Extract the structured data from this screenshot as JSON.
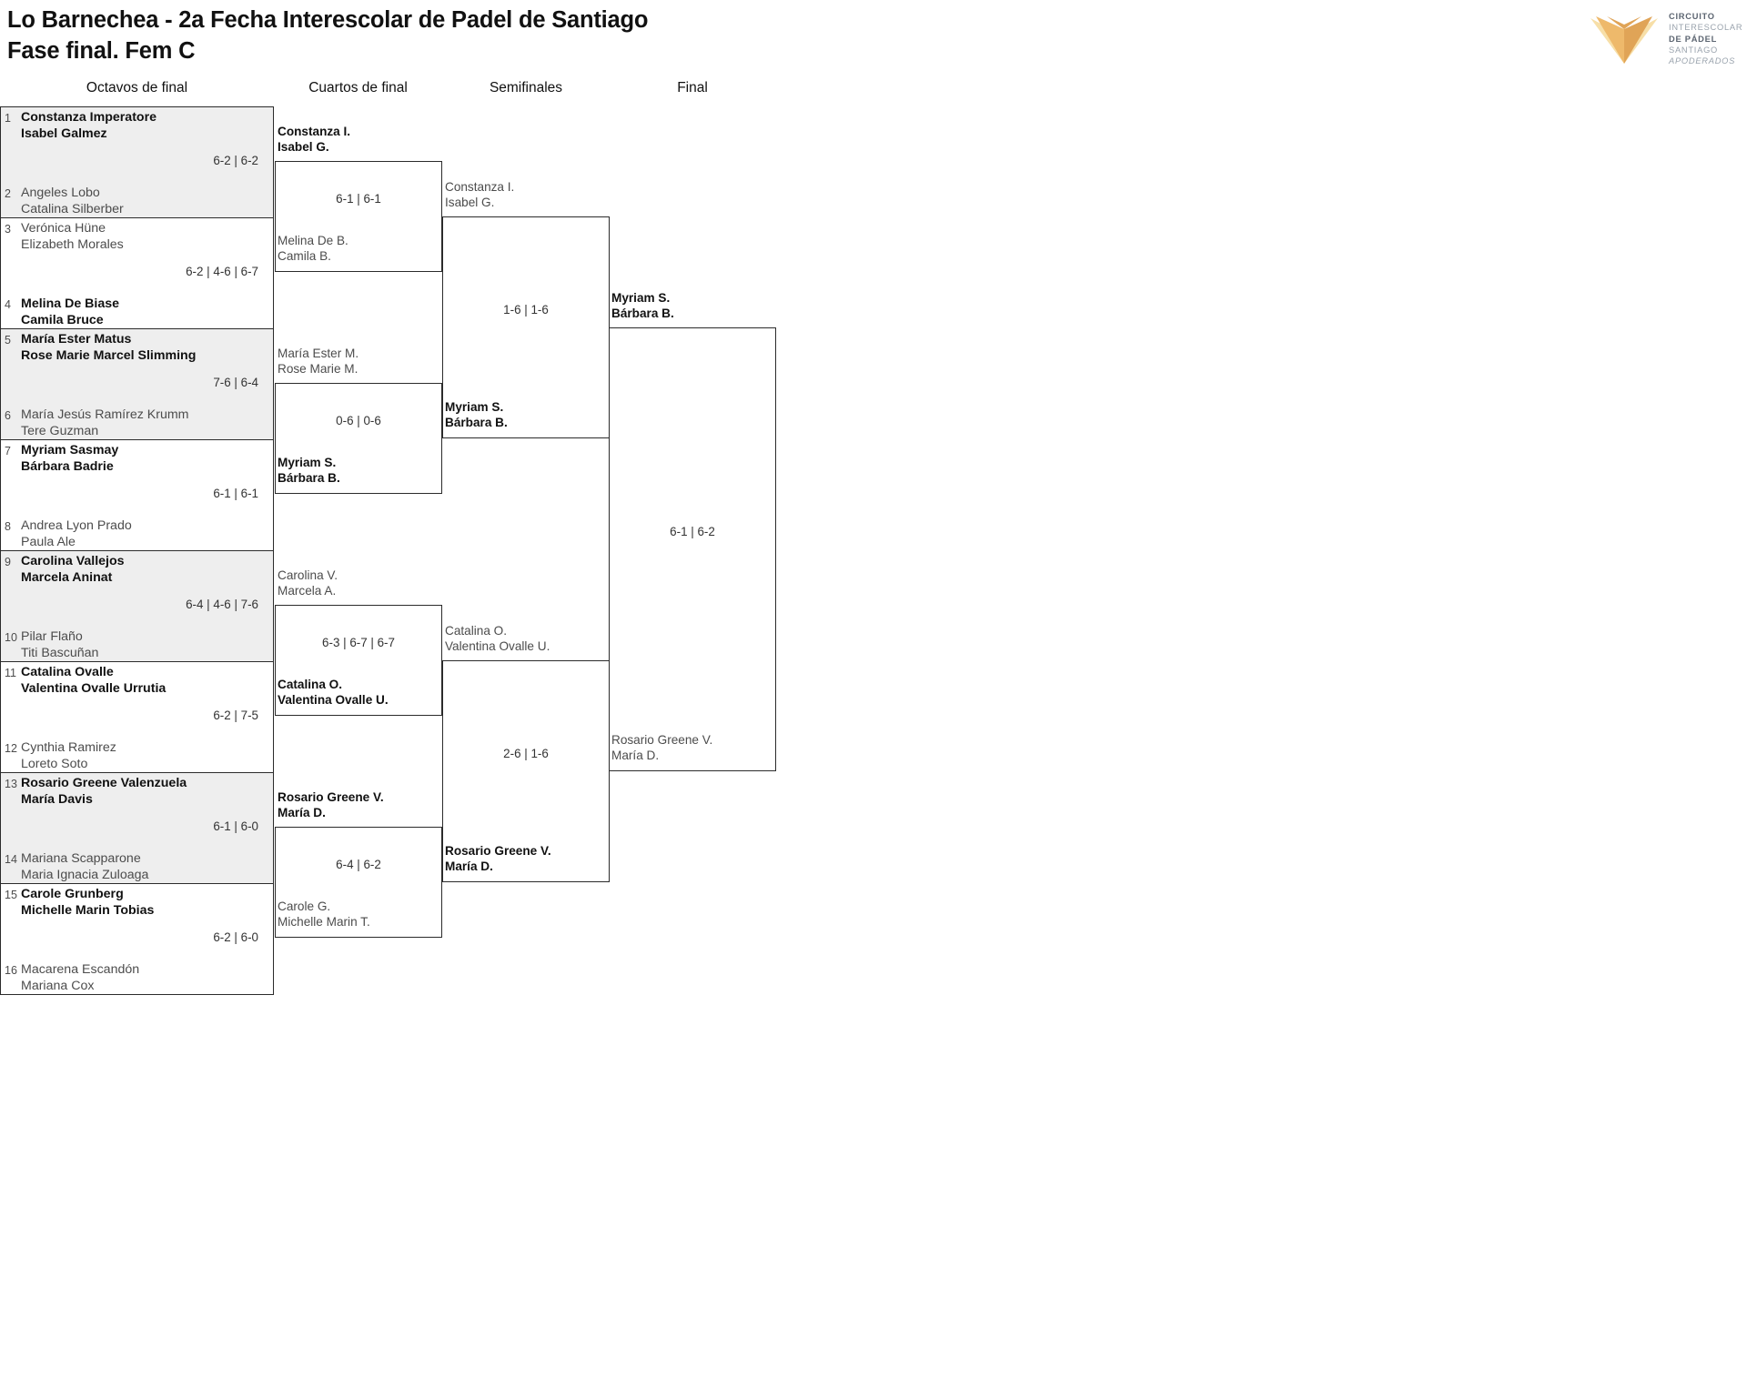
{
  "title": "Lo Barnechea - 2a Fecha Interescolar de Padel de Santiago\nFase final. Fem C",
  "logo": {
    "line1": "CIRCUITO",
    "line2": "INTERESCOLAR",
    "line3": "DE PÁDEL",
    "line4": "SANTIAGO",
    "line5": "APODERADOS",
    "mark_color_dark": "#e0a457",
    "mark_color_mid": "#eeb96b",
    "mark_color_light": "#f7dfa8",
    "text_dark": "#5b6470",
    "text_light": "#9aa3ad"
  },
  "rounds": [
    {
      "label": "Octavos de final"
    },
    {
      "label": "Cuartos de final"
    },
    {
      "label": "Semifinales"
    },
    {
      "label": "Final"
    }
  ],
  "round1": {
    "slots": [
      {
        "seed": "1",
        "p1": "Constanza Imperatore",
        "p2": "Isabel Galmez",
        "winner": true
      },
      {
        "seed": "2",
        "p1": "Angeles Lobo",
        "p2": "Catalina Silberber",
        "winner": false
      },
      {
        "seed": "3",
        "p1": "Verónica Hüne",
        "p2": "Elizabeth Morales",
        "winner": false
      },
      {
        "seed": "4",
        "p1": "Melina De Biase",
        "p2": "Camila Bruce",
        "winner": true
      },
      {
        "seed": "5",
        "p1": "María Ester Matus",
        "p2": "Rose Marie Marcel Slimming",
        "winner": true
      },
      {
        "seed": "6",
        "p1": "María Jesús Ramírez Krumm",
        "p2": "Tere Guzman",
        "winner": false
      },
      {
        "seed": "7",
        "p1": "Myriam Sasmay",
        "p2": "Bárbara Badrie",
        "winner": true
      },
      {
        "seed": "8",
        "p1": "Andrea Lyon Prado",
        "p2": "Paula Ale",
        "winner": false
      },
      {
        "seed": "9",
        "p1": "Carolina Vallejos",
        "p2": "Marcela Aninat",
        "winner": true
      },
      {
        "seed": "10",
        "p1": "Pilar Flaño",
        "p2": "Titi Bascuñan",
        "winner": false
      },
      {
        "seed": "11",
        "p1": "Catalina Ovalle",
        "p2": "Valentina Ovalle Urrutia",
        "winner": true
      },
      {
        "seed": "12",
        "p1": "Cynthia Ramirez",
        "p2": "Loreto Soto",
        "winner": false
      },
      {
        "seed": "13",
        "p1": "Rosario Greene Valenzuela",
        "p2": "María Davis",
        "winner": true
      },
      {
        "seed": "14",
        "p1": "Mariana Scapparone",
        "p2": "Maria Ignacia Zuloaga",
        "winner": false
      },
      {
        "seed": "15",
        "p1": "Carole Grunberg",
        "p2": "Michelle Marin Tobias",
        "winner": true
      },
      {
        "seed": "16",
        "p1": "Macarena Escandón",
        "p2": "Mariana Cox",
        "winner": false
      }
    ],
    "scores": [
      "6-2 | 6-2",
      "6-2 | 4-6 | 6-7",
      "7-6 | 6-4",
      "6-1 | 6-1",
      "6-4 | 4-6 | 7-6",
      "6-2 | 7-5",
      "6-1 | 6-0",
      "6-2 | 6-0"
    ]
  },
  "round2": {
    "matches": [
      {
        "score": "6-1 | 6-1",
        "top": {
          "p1": "Constanza I.",
          "p2": "Isabel G.",
          "winner": true
        },
        "bottom": {
          "p1": "Melina De B.",
          "p2": "Camila B.",
          "winner": false
        }
      },
      {
        "score": "0-6 | 0-6",
        "top": {
          "p1": "María Ester M.",
          "p2": "Rose Marie M.",
          "winner": false
        },
        "bottom": {
          "p1": "Myriam S.",
          "p2": "Bárbara B.",
          "winner": true
        }
      },
      {
        "score": "6-3 | 6-7 | 6-7",
        "top": {
          "p1": "Carolina V.",
          "p2": "Marcela A.",
          "winner": false
        },
        "bottom": {
          "p1": "Catalina O.",
          "p2": "Valentina Ovalle U.",
          "winner": true
        }
      },
      {
        "score": "6-4 | 6-2",
        "top": {
          "p1": "Rosario Greene V.",
          "p2": "María D.",
          "winner": true
        },
        "bottom": {
          "p1": "Carole G.",
          "p2": "Michelle Marin T.",
          "winner": false
        }
      }
    ]
  },
  "round3": {
    "matches": [
      {
        "score": "1-6 | 1-6",
        "top": {
          "p1": "Constanza I.",
          "p2": "Isabel G.",
          "winner": false
        },
        "bottom": {
          "p1": "Myriam S.",
          "p2": "Bárbara B.",
          "winner": true
        }
      },
      {
        "score": "2-6 | 1-6",
        "top": {
          "p1": "Catalina O.",
          "p2": "Valentina Ovalle U.",
          "winner": false
        },
        "bottom": {
          "p1": "Rosario Greene V.",
          "p2": "María D.",
          "winner": true
        }
      }
    ]
  },
  "round4": {
    "matches": [
      {
        "score": "6-1 | 6-2",
        "top": {
          "p1": "Myriam S.",
          "p2": "Bárbara B.",
          "winner": true
        },
        "bottom": {
          "p1": "Rosario Greene V.",
          "p2": "María D.",
          "winner": false
        }
      }
    ]
  }
}
